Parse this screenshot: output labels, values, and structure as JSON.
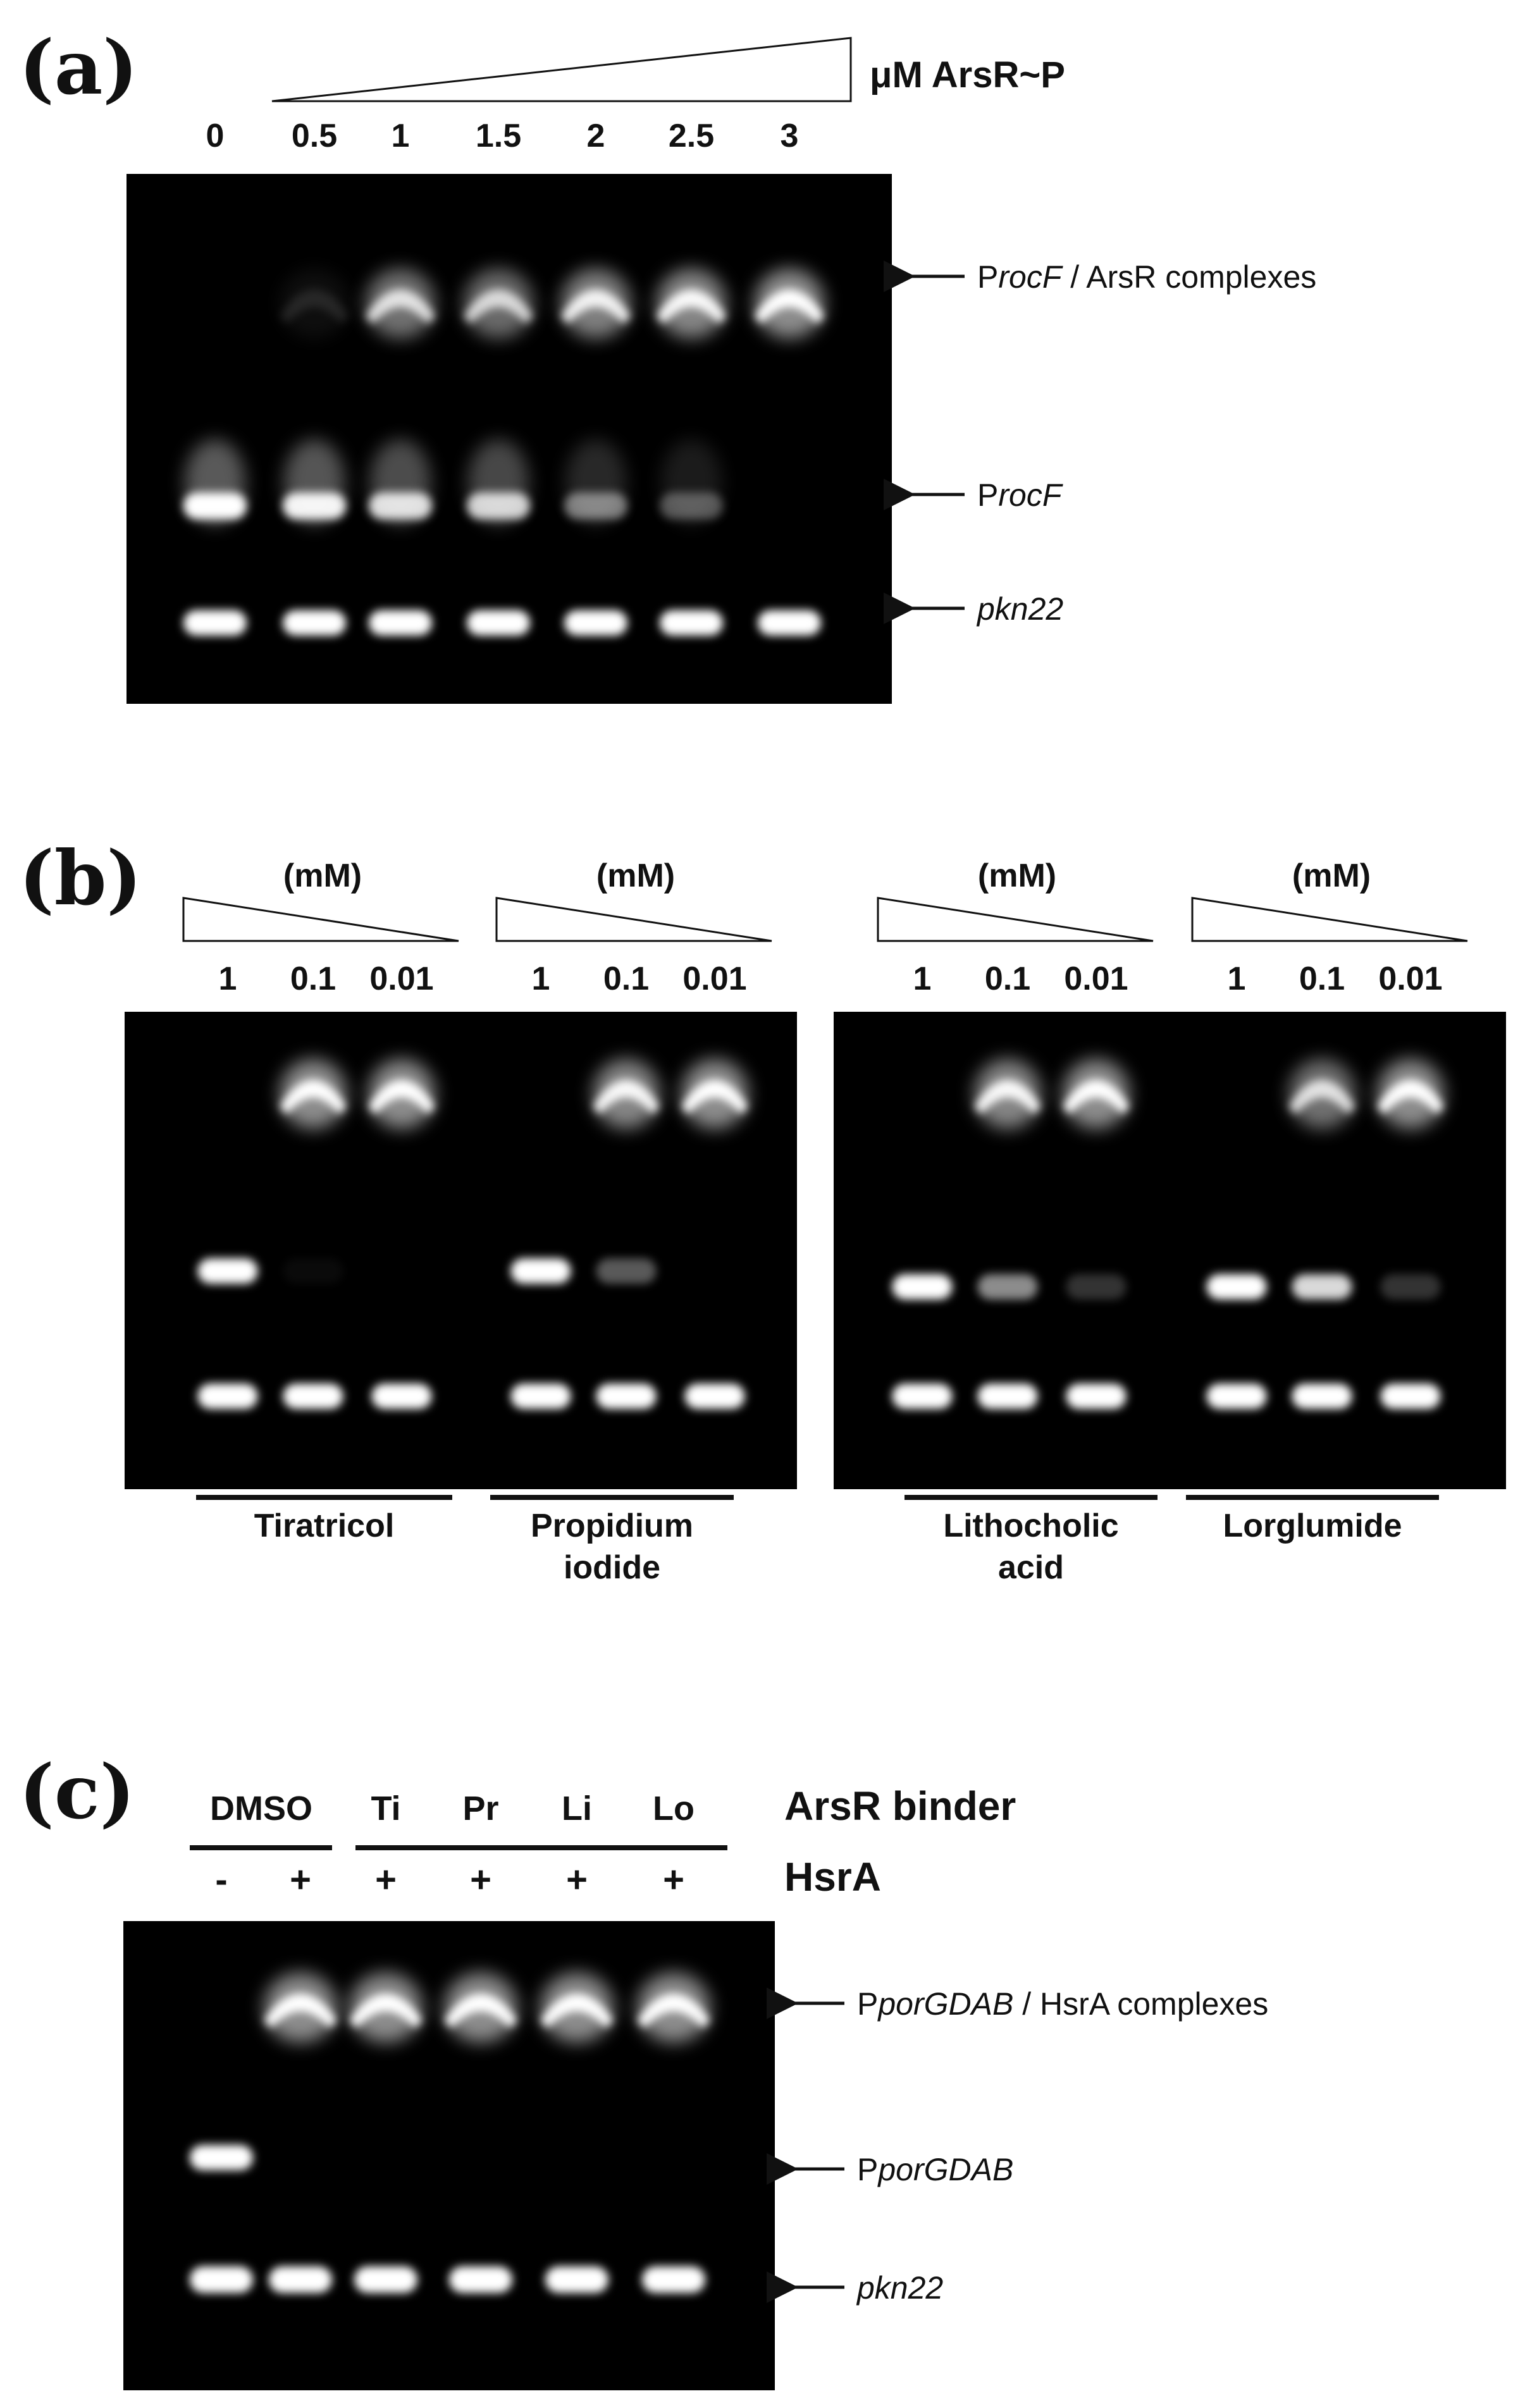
{
  "panel_a": {
    "letter": "(a)",
    "title": "μM ArsR~P",
    "lanes": [
      "0",
      "0.5",
      "1",
      "1.5",
      "2",
      "2.5",
      "3"
    ],
    "arrows": [
      {
        "prefix": "P",
        "italic": "rocF",
        "suffix": " / ArsR complexes"
      },
      {
        "prefix": "P",
        "italic": "rocF",
        "suffix": ""
      },
      {
        "prefix": "",
        "italic": "pkn22",
        "suffix": ""
      }
    ],
    "free_probe_intensity": [
      1.0,
      0.95,
      0.85,
      0.8,
      0.45,
      0.3,
      0.0
    ],
    "complex_intensity": [
      0.0,
      0.1,
      0.8,
      0.75,
      0.9,
      0.95,
      1.0
    ],
    "control_intensity": [
      1,
      1,
      1,
      1,
      1,
      1,
      1
    ]
  },
  "panel_b": {
    "letter": "(b)",
    "unit": "(mM)",
    "lanes": [
      "1",
      "0.1",
      "0.01"
    ],
    "compounds": [
      {
        "label1": "Tiratricol",
        "label2": ""
      },
      {
        "label1": "Propidium",
        "label2": "iodide"
      },
      {
        "label1": "Lithocholic",
        "label2": "acid"
      },
      {
        "label1": "Lorglumide",
        "label2": ""
      }
    ]
  },
  "panel_c": {
    "letter": "(c)",
    "binder_header": "ArsR binder",
    "hsra_header": "HsrA",
    "binders": [
      "DMSO",
      "Ti",
      "Pr",
      "Li",
      "Lo"
    ],
    "hsra": [
      "-",
      "+",
      "+",
      "+",
      "+",
      "+"
    ],
    "arrows": [
      {
        "prefix": "P",
        "italic": "porGDAB",
        "suffix": " / HsrA complexes"
      },
      {
        "prefix": "P",
        "italic": "porGDAB",
        "suffix": ""
      },
      {
        "prefix": "",
        "italic": "pkn22",
        "suffix": ""
      }
    ]
  }
}
